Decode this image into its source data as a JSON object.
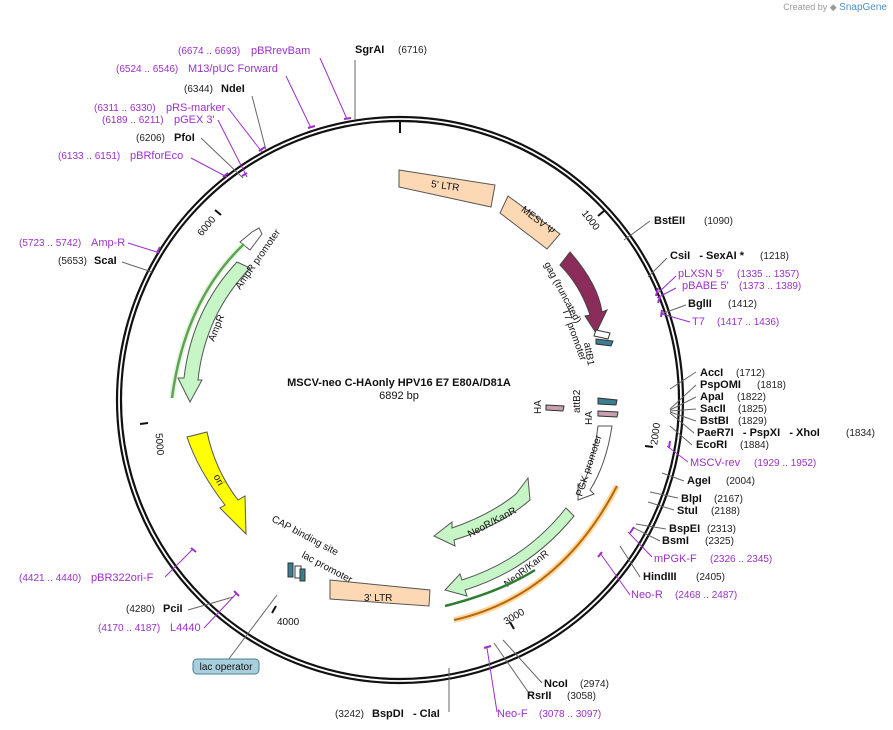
{
  "brand": {
    "created_by": "Created by",
    "name": "SnapGene"
  },
  "plasmid": {
    "name": "MSCV-neo C-HAonly HPV16 E7 E80A/D81A",
    "size": "6892 bp",
    "length": 6892
  },
  "ticks": [
    "1000",
    "2000",
    "3000",
    "4000",
    "5000",
    "6000"
  ],
  "colors": {
    "primer": "#9b30c8",
    "ltr": "#fcd9b4",
    "gag": "#8b2c5a",
    "amp": "#c6f5c6",
    "ori": "#ffff00",
    "neo": "#c6f5c6",
    "att": "#3a7f8f",
    "ha": "#c9a0b0"
  },
  "sites": [
    {
      "name": "SgrAI",
      "coord": "(6716)"
    },
    {
      "name": "NdeI",
      "coord": "(6344)"
    },
    {
      "name": "PfoI",
      "coord": "(6206)"
    },
    {
      "name": "ScaI",
      "coord": "(5653)"
    },
    {
      "name": "BstEII",
      "coord": "(1090)"
    },
    {
      "name": "CsiI   - SexAI *",
      "coord": "(1218)"
    },
    {
      "name": "BglII",
      "coord": "(1412)"
    },
    {
      "name": "AccI",
      "coord": "(1712)"
    },
    {
      "name": "PspOMI",
      "coord": "(1818)"
    },
    {
      "name": "ApaI",
      "coord": "(1822)"
    },
    {
      "name": "SacII",
      "coord": "(1825)"
    },
    {
      "name": "BstBI",
      "coord": "(1829)"
    },
    {
      "name": "PaeR7I   - PspXI   - XhoI",
      "coord": "(1834)"
    },
    {
      "name": "EcoRI",
      "coord": "(1884)"
    },
    {
      "name": "AgeI",
      "coord": "(2004)"
    },
    {
      "name": "BlpI",
      "coord": "(2167)"
    },
    {
      "name": "StuI",
      "coord": "(2188)"
    },
    {
      "name": "BspEI",
      "coord": "(2313)"
    },
    {
      "name": "BsmI",
      "coord": "(2325)"
    },
    {
      "name": "HindIII",
      "coord": "(2405)"
    },
    {
      "name": "NcoI",
      "coord": "(2974)"
    },
    {
      "name": "RsrII",
      "coord": "(3058)"
    },
    {
      "name": "BspDI   - ClaI",
      "coord": "(3242)"
    },
    {
      "name": "PciI",
      "coord": "(4280)"
    }
  ],
  "primers": [
    {
      "name": "pBRrevBam",
      "coord": "(6674 .. 6693)"
    },
    {
      "name": "M13/pUC Forward",
      "coord": "(6524 .. 6546)"
    },
    {
      "name": "pRS-marker",
      "coord": "(6311 .. 6330)"
    },
    {
      "name": "pGEX 3'",
      "coord": "(6189 .. 6211)"
    },
    {
      "name": "pBRforEco",
      "coord": "(6133 .. 6151)"
    },
    {
      "name": "Amp-R",
      "coord": "(5723 .. 5742)"
    },
    {
      "name": "pLXSN 5'",
      "coord": "(1335 .. 1357)"
    },
    {
      "name": "pBABE 5'",
      "coord": "(1373 .. 1389)"
    },
    {
      "name": "T7",
      "coord": "(1417 .. 1436)"
    },
    {
      "name": "MSCV-rev",
      "coord": "(1929 .. 1952)"
    },
    {
      "name": "mPGK-F",
      "coord": "(2326 .. 2345)"
    },
    {
      "name": "Neo-R",
      "coord": "(2468 .. 2487)"
    },
    {
      "name": "Neo-F",
      "coord": "(3078 .. 3097)"
    },
    {
      "name": "pBR322ori-F",
      "coord": "(4421 .. 4440)"
    },
    {
      "name": "L4440",
      "coord": "(4170 .. 4187)"
    }
  ],
  "features": {
    "ltr5": "5' LTR",
    "mesv": "MESV Ψ",
    "gag": "gag (truncated)",
    "t7": "T7 promoter",
    "attb1": "attB1",
    "attb2": "attB2",
    "ha1": "HA",
    "ha2": "HA",
    "pgk": "PGK promoter",
    "neo1": "NeoR/KanR",
    "neo2": "NeoR/KanR",
    "ltr3": "3' LTR",
    "cap": "CAP binding site",
    "lac": "lac promoter",
    "lacop": "lac operator",
    "ori": "ori",
    "ampr": "AmpR",
    "amprprom": "AmpR promoter"
  }
}
